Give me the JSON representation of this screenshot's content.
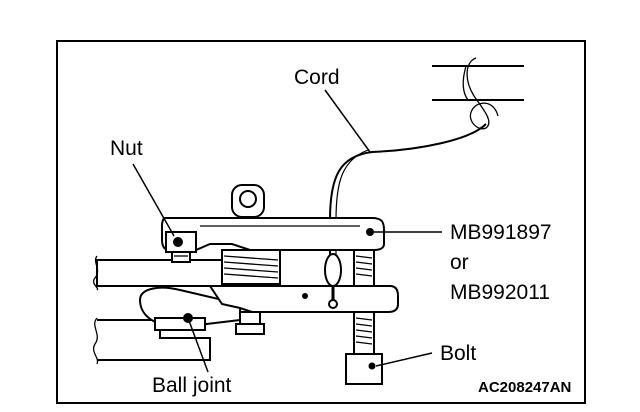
{
  "labels": {
    "cord": "Cord",
    "nut": "Nut",
    "tool_line1": "MB991897",
    "tool_line2": "or",
    "tool_line3": "MB992011",
    "bolt": "Bolt",
    "ball_joint": "Ball joint"
  },
  "figure_code": "AC208247AN"
}
